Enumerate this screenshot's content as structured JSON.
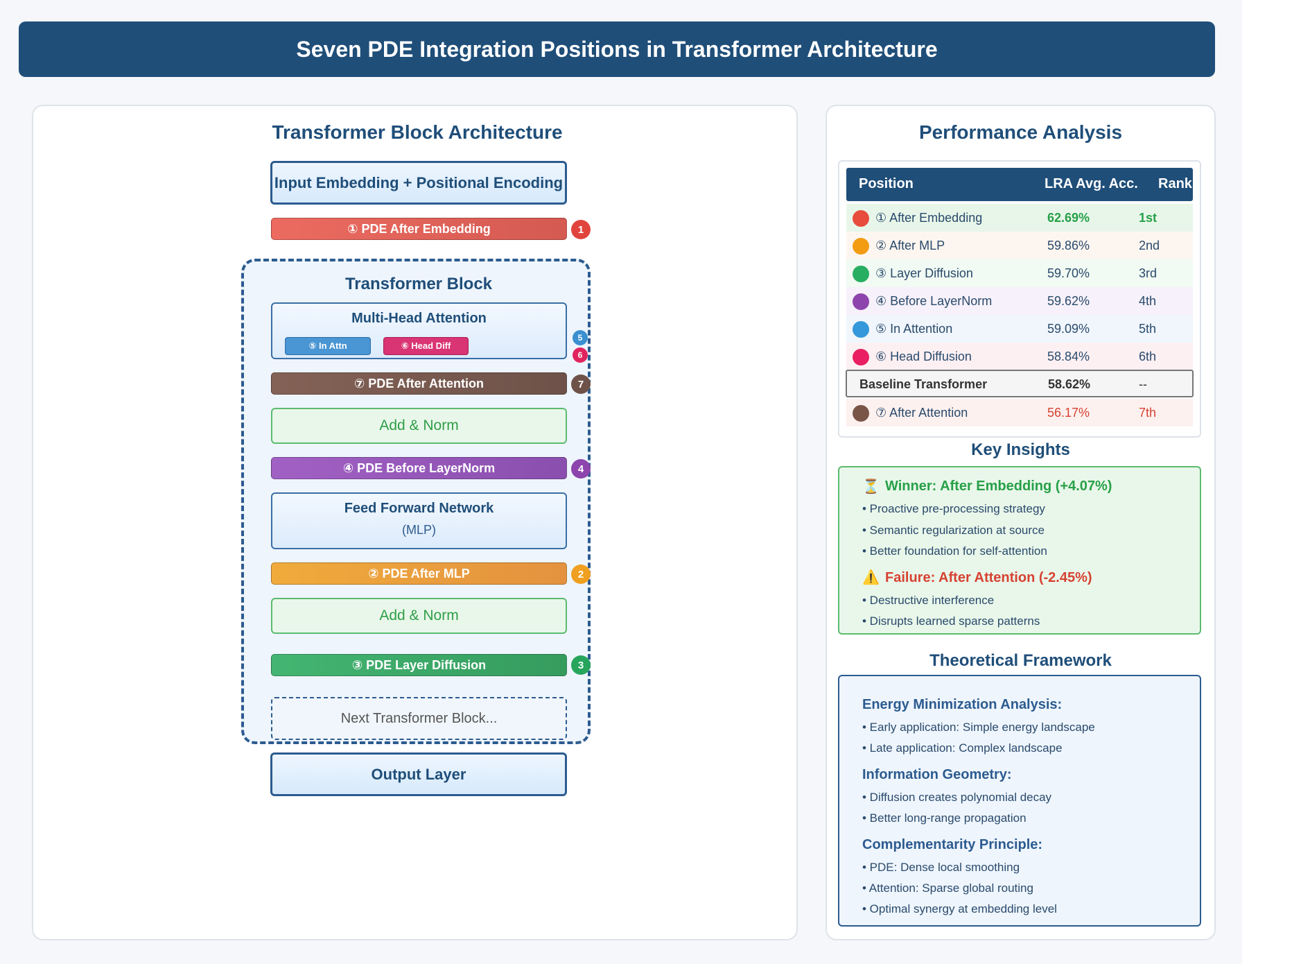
{
  "title": "Seven PDE Integration Positions in Transformer Architecture",
  "left_panel": {
    "heading": "Transformer Block Architecture",
    "input": "Input Embedding + Positional Encoding",
    "pde1": "① PDE After Embedding",
    "block_label": "Transformer Block",
    "mha": "Multi-Head Attention",
    "in_attn": "⑤ In Attn",
    "head_diff": "⑥ Head Diff",
    "pde7": "⑦ PDE After Attention",
    "add_norm_1": "Add & Norm",
    "pde4": "④ PDE Before LayerNorm",
    "ffn": "Feed Forward Network",
    "ffn_sub": "(MLP)",
    "pde2": "② PDE After MLP",
    "add_norm_2": "Add & Norm",
    "pde3": "③ PDE Layer Diffusion",
    "next_block": "Next Transformer Block...",
    "output": "Output Layer",
    "badges": [
      "1",
      "5",
      "6",
      "7",
      "4",
      "2",
      "3"
    ]
  },
  "colors": {
    "pde1": "#e05a4f",
    "pde2": "#eb9a3a",
    "pde3": "#3aa865",
    "pde4": "#9254b8",
    "pde5": "#3a8fd0",
    "pde6": "#e02b68",
    "pde7": "#7a5a4f",
    "navy": "#1f4e79"
  },
  "right_panel": {
    "heading": "Performance Analysis",
    "table": {
      "headers": [
        "Position",
        "LRA Avg. Acc.",
        "Rank"
      ],
      "rows": [
        {
          "position": "① After Embedding",
          "acc": "62.69%",
          "rank": "1st",
          "color": "#e74c3c"
        },
        {
          "position": "② After MLP",
          "acc": "59.86%",
          "rank": "2nd",
          "color": "#f39c12"
        },
        {
          "position": "③ Layer Diffusion",
          "acc": "59.70%",
          "rank": "3rd",
          "color": "#27ae60"
        },
        {
          "position": "④ Before LayerNorm",
          "acc": "59.62%",
          "rank": "4th",
          "color": "#8e44ad"
        },
        {
          "position": "⑤ In Attention",
          "acc": "59.09%",
          "rank": "5th",
          "color": "#3498db"
        },
        {
          "position": "⑥ Head Diffusion",
          "acc": "58.84%",
          "rank": "6th",
          "color": "#e91e63"
        }
      ],
      "baseline": {
        "position": "Baseline Transformer",
        "acc": "58.62%",
        "rank": "--"
      },
      "last_row": {
        "position": "⑦ After Attention",
        "acc": "56.17%",
        "rank": "7th",
        "color": "#795548"
      }
    },
    "insights_heading": "Key Insights",
    "winner_icon": "⏳",
    "winner": "Winner: After Embedding (+4.07%)",
    "winner_points": [
      "• Proactive pre-processing strategy",
      "• Semantic regularization at source",
      "• Better foundation for self-attention"
    ],
    "failure_icon": "⚠️",
    "failure": "Failure: After Attention (-2.45%)",
    "failure_points": [
      "• Destructive interference",
      "• Disrupts learned sparse patterns"
    ],
    "framework_heading": "Theoretical Framework",
    "framework": [
      {
        "title": "Energy Minimization Analysis:",
        "points": [
          "• Early application: Simple energy landscape",
          "• Late application: Complex landscape"
        ]
      },
      {
        "title": "Information Geometry:",
        "points": [
          "• Diffusion creates polynomial decay",
          "• Better long-range propagation"
        ]
      },
      {
        "title": "Complementarity Principle:",
        "points": [
          "• PDE: Dense local smoothing",
          "• Attention: Sparse global routing",
          "• Optimal synergy at embedding level"
        ]
      }
    ]
  }
}
